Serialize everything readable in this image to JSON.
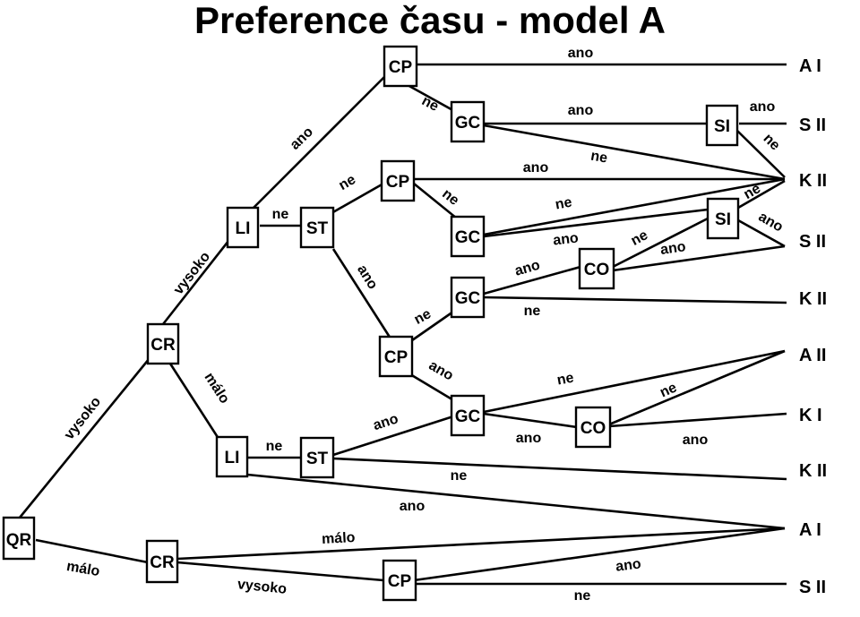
{
  "title": "Preference času - model A",
  "nodes": {
    "qr": "QR",
    "cr1": "CR",
    "cr2": "CR",
    "li1": "LI",
    "li2": "LI",
    "st1": "ST",
    "st2": "ST",
    "cp1": "CP",
    "cp2": "CP",
    "cp3": "CP",
    "cp4": "CP",
    "gc1": "GC",
    "gc2": "GC",
    "gc3": "GC",
    "gc4": "GC",
    "si1": "SI",
    "si2": "SI",
    "co1": "CO",
    "co2": "CO"
  },
  "leaves": {
    "l1": "A I",
    "l2": "S II",
    "l3": "K II",
    "l4": "S II",
    "l5": "K II",
    "l6": "A II",
    "l7": "K I",
    "l8": "K II",
    "l9": "A I",
    "l10": "S II"
  },
  "edge_labels": {
    "qr_cr1": "vysoko",
    "qr_cr2": "málo",
    "cr1_li1": "vysoko",
    "cr1_li2": "málo",
    "li1_cp1": "ano",
    "li1_st1": "ne",
    "cp1_a1": "ano",
    "cp1_gc1": "ne",
    "gc1_si1": "ano",
    "si1_s2": "ano",
    "si1_k2": "ne",
    "gc1_k2": "ne",
    "st1_cp2": "ne",
    "st1_cp3": "ano",
    "cp2_k2": "ano",
    "cp2_gc2": "ne",
    "gc2_k2": "ne",
    "gc2_co1": "ano",
    "si2_k2": "ne",
    "si2_s2": "ano",
    "co1_si2": "ne",
    "co1_s2": "ano",
    "gc3_co1": "ano",
    "gc3_k2": "ne",
    "cp3_gc3": "ne",
    "cp3_gc4": "ano",
    "gc4_a2": "ne",
    "co2_a2": "ne",
    "gc4_co2": "ano",
    "co2_k1": "ano",
    "li2_st2": "ne",
    "st2_gc4": "ano",
    "st2_k2": "ne",
    "li2_a1": "ano",
    "cr2_a1": "málo",
    "cr2_cp4": "vysoko",
    "cp4_a1": "ano",
    "cp4_s2": "ne"
  }
}
